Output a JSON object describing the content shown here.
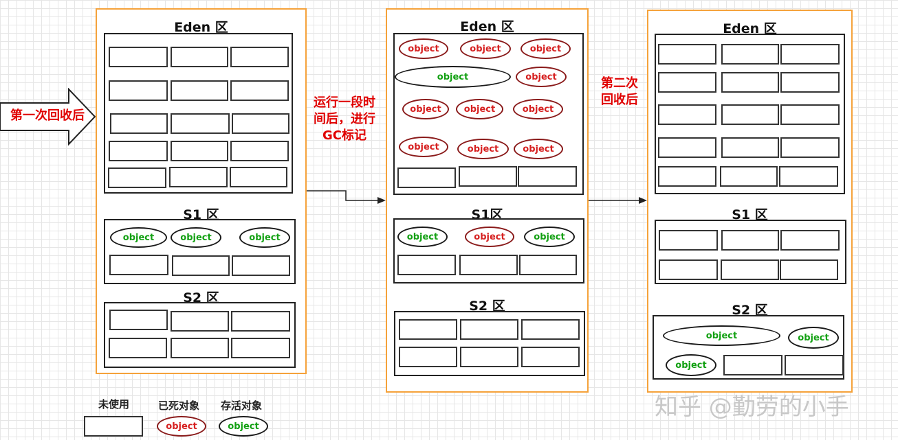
{
  "labels": {
    "first_gc": "第一次回收后",
    "run_mark": [
      "运行一段时",
      "间后，进行",
      "GC标记"
    ],
    "second_gc": [
      "第二次",
      "回收后"
    ]
  },
  "panels": [
    {
      "eden": "Eden 区",
      "s1": "S1 区",
      "s2": "S2 区"
    },
    {
      "eden": "Eden 区",
      "s1": "S1区",
      "s2": "S2 区"
    },
    {
      "eden": "Eden 区",
      "s1": "S1  区",
      "s2": "S2 区"
    }
  ],
  "object_text": "object",
  "legend": {
    "unused": "未使用",
    "dead": "已死对象",
    "live": "存活对象",
    "sample": "object"
  },
  "watermark": "知乎 @勤劳的小手",
  "colors": {
    "panel_border": "#f5a23a",
    "dead_text": "#d62020",
    "live_text": "#12a012",
    "label_red": "#e00000"
  }
}
